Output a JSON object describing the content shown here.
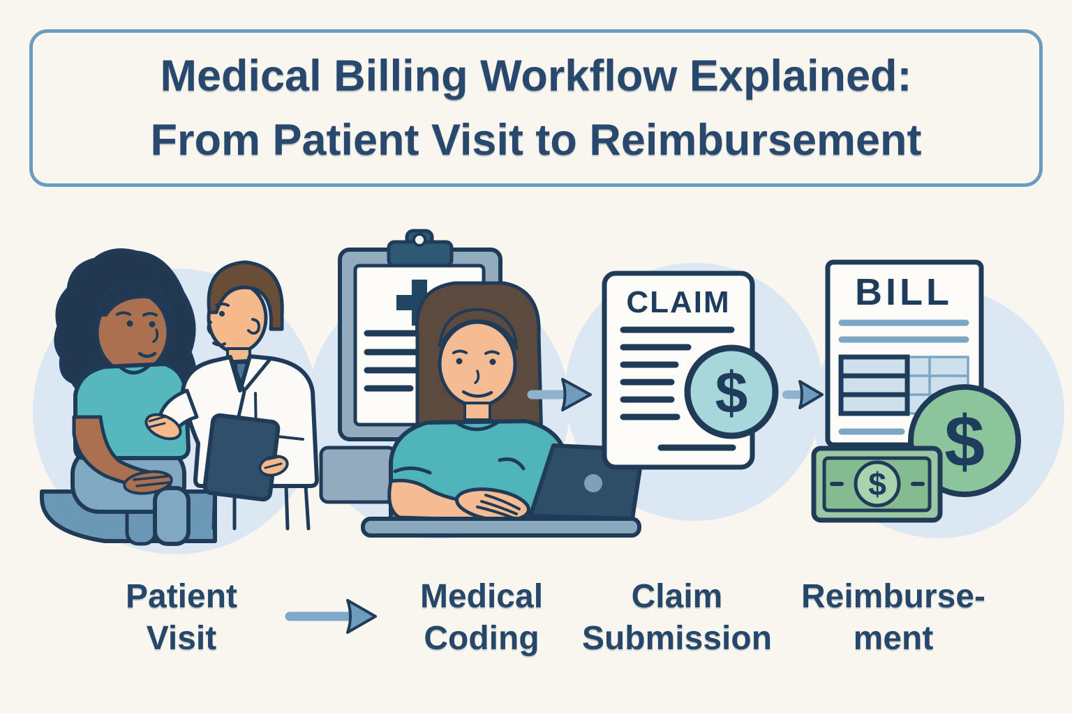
{
  "title": {
    "line1": "Medical Billing Workflow Explained:",
    "line2": "From Patient Visit to Reimbursement"
  },
  "stages": [
    {
      "name": "Patient Visit",
      "label_line1": "Patient",
      "label_line2": "Visit"
    },
    {
      "name": "Medical Coding",
      "label_line1": "Medical",
      "label_line2": "Coding"
    },
    {
      "name": "Claim Submission",
      "label_line1": "Claim",
      "label_line2": "Submission"
    },
    {
      "name": "Reimbursement",
      "label_line1": "Reimburse-",
      "label_line2": "ment"
    }
  ],
  "documents": {
    "claim_title": "CLAIM",
    "bill_title": "BILL"
  },
  "symbols": {
    "dollar": "$"
  },
  "colors": {
    "background": "#f8f6ee",
    "title_text": "#28496d",
    "title_border": "#6a9cc2",
    "outline_navy": "#1f3b58",
    "scene_circle_blue": "#dbe7f2",
    "arrow_steel_blue": "#6f9cbd",
    "teal_shirt": "#4fb3ba",
    "teal_dollar_badge": "#a7d7db",
    "money_green": "#8cc59b",
    "banknote_green": "#9bc8a2",
    "paper_white": "#fdfcf8",
    "clipboard_gray_blue": "#93abbe",
    "laptop_navy": "#2e4e68"
  }
}
